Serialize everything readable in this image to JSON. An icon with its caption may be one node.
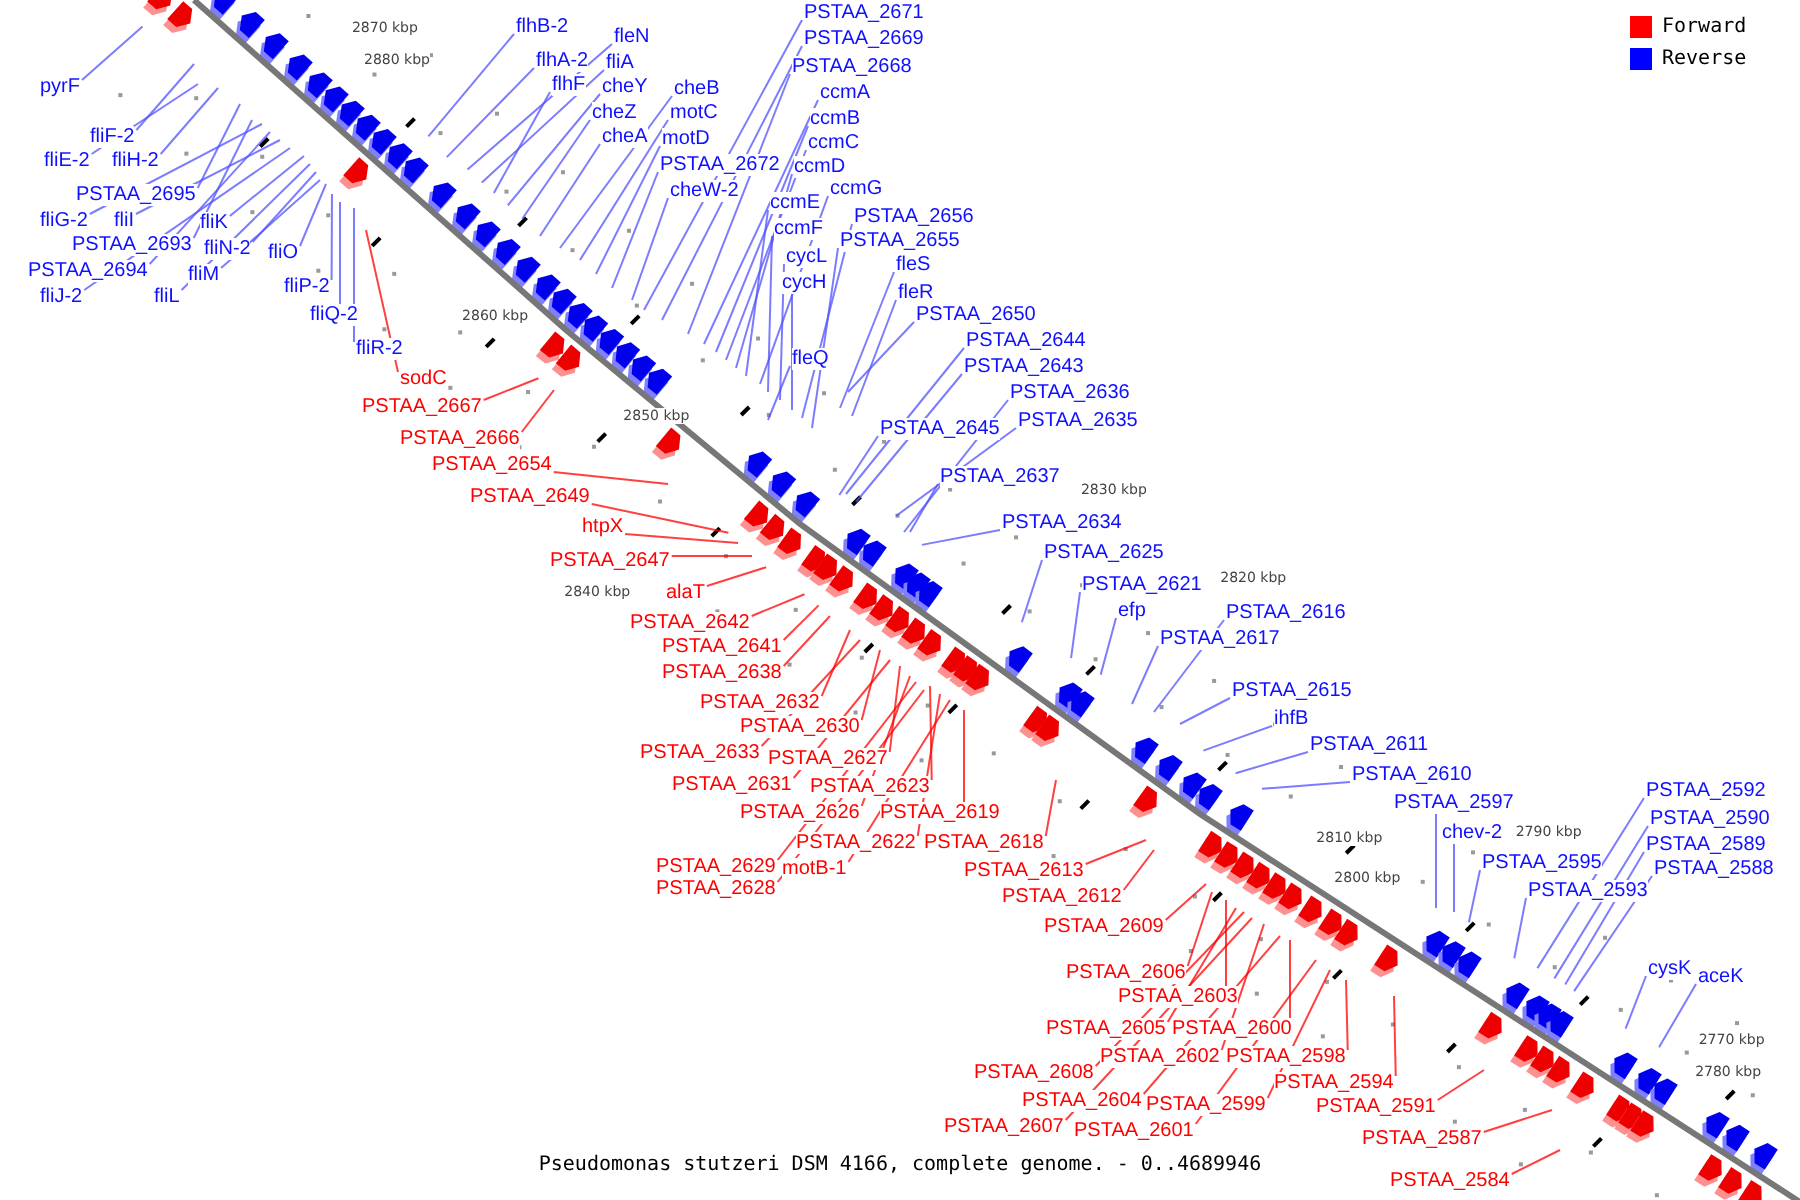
{
  "diagram": {
    "caption": "Pseudomonas stutzeri DSM 4166, complete genome. - 0..4689946",
    "nodes": [
      {
        "text": [
          "pyrF"
        ]
      },
      {
        "text": [
          "fliF-2"
        ]
      },
      {
        "text": [
          "fliE-2"
        ]
      },
      {
        "text": [
          "fliH-2"
        ]
      },
      {
        "text": [
          "PSTAA_2695"
        ]
      },
      {
        "text": [
          "fliG-2"
        ]
      },
      {
        "text": [
          "fliI"
        ]
      },
      {
        "text": [
          "fliK"
        ]
      },
      {
        "text": [
          "PSTAA_2693"
        ]
      },
      {
        "text": [
          "fliN-2"
        ]
      },
      {
        "text": [
          "fliO"
        ]
      },
      {
        "text": [
          "PSTAA_2694"
        ]
      },
      {
        "text": [
          "fliM"
        ]
      },
      {
        "text": [
          "fliJ-2"
        ]
      },
      {
        "text": [
          "fliL"
        ]
      },
      {
        "text": [
          "fliP-2"
        ]
      },
      {
        "text": [
          "fliQ-2"
        ]
      },
      {
        "text": [
          "fliR-2"
        ]
      },
      {
        "text": [
          "flhB-2"
        ]
      },
      {
        "text": [
          "flhA-2"
        ]
      },
      {
        "text": [
          "fleN"
        ]
      },
      {
        "text": [
          "fliA"
        ]
      },
      {
        "text": [
          "flhF"
        ]
      },
      {
        "text": [
          "cheY"
        ]
      },
      {
        "text": [
          "cheZ"
        ]
      },
      {
        "text": [
          "cheA"
        ]
      },
      {
        "text": [
          "cheB"
        ]
      },
      {
        "text": [
          "motC"
        ]
      },
      {
        "text": [
          "motD"
        ]
      },
      {
        "text": [
          "PSTAA_2672"
        ]
      },
      {
        "text": [
          "cheW-2"
        ]
      },
      {
        "text": [
          "PSTAA_2671"
        ]
      },
      {
        "text": [
          "PSTAA_2669"
        ]
      },
      {
        "text": [
          "PSTAA_2668"
        ]
      },
      {
        "text": [
          "ccmA"
        ]
      },
      {
        "text": [
          "ccmB"
        ]
      },
      {
        "text": [
          "ccmC"
        ]
      },
      {
        "text": [
          "ccmD"
        ]
      },
      {
        "text": [
          "ccmG"
        ]
      },
      {
        "text": [
          "ccmE"
        ]
      },
      {
        "text": [
          "ccmF"
        ]
      },
      {
        "text": [
          "cycL"
        ]
      },
      {
        "text": [
          "cycH"
        ]
      },
      {
        "text": [
          "PSTAA_2656"
        ]
      },
      {
        "text": [
          "PSTAA_2655"
        ]
      },
      {
        "text": [
          "fleS"
        ]
      },
      {
        "text": [
          "fleR"
        ]
      },
      {
        "text": [
          "fleQ"
        ]
      },
      {
        "text": [
          "PSTAA_2650"
        ]
      },
      {
        "text": [
          "PSTAA_2644"
        ]
      },
      {
        "text": [
          "PSTAA_2643"
        ]
      },
      {
        "text": [
          "PSTAA_2636"
        ]
      },
      {
        "text": [
          "PSTAA_2645"
        ]
      },
      {
        "text": [
          "PSTAA_2635"
        ]
      },
      {
        "text": [
          "PSTAA_2637"
        ]
      },
      {
        "text": [
          "PSTAA_2634"
        ]
      },
      {
        "text": [
          "PSTAA_2625"
        ]
      },
      {
        "text": [
          "PSTAA_2621"
        ]
      },
      {
        "text": [
          "efp"
        ]
      },
      {
        "text": [
          "PSTAA_2616"
        ]
      },
      {
        "text": [
          "PSTAA_2617"
        ]
      },
      {
        "text": [
          "PSTAA_2615"
        ]
      },
      {
        "text": [
          "ihfB"
        ]
      },
      {
        "text": [
          "PSTAA_2611"
        ]
      },
      {
        "text": [
          "PSTAA_2610"
        ]
      },
      {
        "text": [
          "PSTAA_2597"
        ]
      },
      {
        "text": [
          "chev-2"
        ]
      },
      {
        "text": [
          "PSTAA_2595"
        ]
      },
      {
        "text": [
          "PSTAA_2592"
        ]
      },
      {
        "text": [
          "PSTAA_2590"
        ]
      },
      {
        "text": [
          "PSTAA_2593"
        ]
      },
      {
        "text": [
          "PSTAA_2589"
        ]
      },
      {
        "text": [
          "PSTAA_2588"
        ]
      },
      {
        "text": [
          "cysK"
        ]
      },
      {
        "text": [
          "aceK"
        ]
      },
      {
        "text": [
          "sodC"
        ]
      },
      {
        "text": [
          "PSTAA_2667"
        ]
      },
      {
        "text": [
          "PSTAA_2666"
        ]
      },
      {
        "text": [
          "PSTAA_2654"
        ]
      },
      {
        "text": [
          "PSTAA_2649"
        ]
      },
      {
        "text": [
          "htpX"
        ]
      },
      {
        "text": [
          "PSTAA_2647"
        ]
      },
      {
        "text": [
          "alaT"
        ]
      },
      {
        "text": [
          "PSTAA_2642"
        ]
      },
      {
        "text": [
          "PSTAA_2641"
        ]
      },
      {
        "text": [
          "PSTAA_2638"
        ]
      },
      {
        "text": [
          "PSTAA_2632"
        ]
      },
      {
        "text": [
          "PSTAA_2630"
        ]
      },
      {
        "text": [
          "PSTAA_2633"
        ]
      },
      {
        "text": [
          "PSTAA_2627"
        ]
      },
      {
        "text": [
          "PSTAA_2631"
        ]
      },
      {
        "text": [
          "PSTAA_2623"
        ]
      },
      {
        "text": [
          "PSTAA_2626"
        ]
      },
      {
        "text": [
          "PSTAA_2619"
        ]
      },
      {
        "text": [
          "PSTAA_2622"
        ]
      },
      {
        "text": [
          "PSTAA_2618"
        ]
      },
      {
        "text": [
          "PSTAA_2629"
        ]
      },
      {
        "text": [
          "motB-1"
        ]
      },
      {
        "text": [
          "PSTAA_2628"
        ]
      },
      {
        "text": [
          "PSTAA_2613"
        ]
      },
      {
        "text": [
          "PSTAA_2612"
        ]
      },
      {
        "text": [
          "PSTAA_2609"
        ]
      },
      {
        "text": [
          "PSTAA_2606"
        ]
      },
      {
        "text": [
          "PSTAA_2603"
        ]
      },
      {
        "text": [
          "PSTAA_2605"
        ]
      },
      {
        "text": [
          "PSTAA_2600"
        ]
      },
      {
        "text": [
          "PSTAA_2602"
        ]
      },
      {
        "text": [
          "PSTAA_2598"
        ]
      },
      {
        "text": [
          "PSTAA_2608"
        ]
      },
      {
        "text": [
          "PSTAA_2604"
        ]
      },
      {
        "text": [
          "PSTAA_2599"
        ]
      },
      {
        "text": [
          "PSTAA_2594"
        ]
      },
      {
        "text": [
          "PSTAA_2607"
        ]
      },
      {
        "text": [
          "PSTAA_2601"
        ]
      },
      {
        "text": [
          "PSTAA_2591"
        ]
      },
      {
        "text": [
          "PSTAA_2587"
        ]
      },
      {
        "text": [
          "PSTAA_2584"
        ]
      }
    ],
    "edges": [
      {
        "from": 0,
        "to": null,
        "arrow": "none"
      },
      {
        "from": 1,
        "to": null,
        "arrow": "none"
      },
      {
        "from": 2,
        "to": null,
        "arrow": "none"
      },
      {
        "from": 3,
        "to": null,
        "arrow": "none"
      },
      {
        "from": 4,
        "to": null,
        "arrow": "none"
      },
      {
        "from": 5,
        "to": null,
        "arrow": "none"
      },
      {
        "from": 6,
        "to": null,
        "arrow": "none"
      },
      {
        "from": 7,
        "to": null,
        "arrow": "none"
      },
      {
        "from": 8,
        "to": null,
        "arrow": "none"
      },
      {
        "from": 9,
        "to": null,
        "arrow": "none"
      },
      {
        "from": 10,
        "to": null,
        "arrow": "none"
      },
      {
        "from": 11,
        "to": null,
        "arrow": "none"
      },
      {
        "from": 12,
        "to": null,
        "arrow": "none"
      },
      {
        "from": 13,
        "to": null,
        "arrow": "none"
      },
      {
        "from": 14,
        "to": null,
        "arrow": "none"
      },
      {
        "from": 15,
        "to": null,
        "arrow": "none"
      },
      {
        "from": 16,
        "to": null,
        "arrow": "none"
      },
      {
        "from": 17,
        "to": null,
        "arrow": "none"
      },
      {
        "from": 18,
        "to": null,
        "arrow": "none"
      },
      {
        "from": 19,
        "to": null,
        "arrow": "none"
      },
      {
        "from": 20,
        "to": null,
        "arrow": "none"
      },
      {
        "from": 21,
        "to": null,
        "arrow": "none"
      },
      {
        "from": 22,
        "to": null,
        "arrow": "none"
      },
      {
        "from": 23,
        "to": null,
        "arrow": "none"
      },
      {
        "from": 24,
        "to": null,
        "arrow": "none"
      },
      {
        "from": 25,
        "to": null,
        "arrow": "none"
      },
      {
        "from": 26,
        "to": null,
        "arrow": "none"
      },
      {
        "from": 27,
        "to": null,
        "arrow": "none"
      },
      {
        "from": 28,
        "to": null,
        "arrow": "none"
      },
      {
        "from": 29,
        "to": null,
        "arrow": "none"
      },
      {
        "from": 30,
        "to": null,
        "arrow": "none"
      },
      {
        "from": 31,
        "to": null,
        "arrow": "none"
      },
      {
        "from": 32,
        "to": null,
        "arrow": "none"
      },
      {
        "from": 33,
        "to": null,
        "arrow": "none"
      },
      {
        "from": 34,
        "to": null,
        "arrow": "none"
      },
      {
        "from": 35,
        "to": null,
        "arrow": "none"
      },
      {
        "from": 36,
        "to": null,
        "arrow": "none"
      },
      {
        "from": 37,
        "to": null,
        "arrow": "none"
      },
      {
        "from": 38,
        "to": null,
        "arrow": "none"
      },
      {
        "from": 39,
        "to": null,
        "arrow": "none"
      },
      {
        "from": 40,
        "to": null,
        "arrow": "none"
      },
      {
        "from": 41,
        "to": null,
        "arrow": "none"
      },
      {
        "from": 42,
        "to": null,
        "arrow": "none"
      },
      {
        "from": 43,
        "to": null,
        "arrow": "none"
      },
      {
        "from": 44,
        "to": null,
        "arrow": "none"
      },
      {
        "from": 45,
        "to": null,
        "arrow": "none"
      },
      {
        "from": 46,
        "to": null,
        "arrow": "none"
      },
      {
        "from": 47,
        "to": null,
        "arrow": "none"
      },
      {
        "from": 48,
        "to": null,
        "arrow": "none"
      },
      {
        "from": 49,
        "to": null,
        "arrow": "none"
      },
      {
        "from": 50,
        "to": null,
        "arrow": "none"
      },
      {
        "from": 51,
        "to": null,
        "arrow": "none"
      },
      {
        "from": 52,
        "to": null,
        "arrow": "none"
      },
      {
        "from": 53,
        "to": null,
        "arrow": "none"
      },
      {
        "from": 54,
        "to": null,
        "arrow": "none"
      },
      {
        "from": 55,
        "to": null,
        "arrow": "none"
      },
      {
        "from": 56,
        "to": null,
        "arrow": "none"
      },
      {
        "from": 57,
        "to": null,
        "arrow": "none"
      },
      {
        "from": 58,
        "to": null,
        "arrow": "none"
      },
      {
        "from": 59,
        "to": null,
        "arrow": "none"
      },
      {
        "from": 60,
        "to": null,
        "arrow": "none"
      },
      {
        "from": 61,
        "to": null,
        "arrow": "none"
      },
      {
        "from": 62,
        "to": null,
        "arrow": "none"
      },
      {
        "from": 63,
        "to": null,
        "arrow": "none"
      },
      {
        "from": 64,
        "to": null,
        "arrow": "none"
      },
      {
        "from": 65,
        "to": null,
        "arrow": "none"
      },
      {
        "from": 66,
        "to": null,
        "arrow": "none"
      },
      {
        "from": 67,
        "to": null,
        "arrow": "none"
      },
      {
        "from": 68,
        "to": null,
        "arrow": "none"
      },
      {
        "from": 69,
        "to": null,
        "arrow": "none"
      },
      {
        "from": 70,
        "to": null,
        "arrow": "none"
      },
      {
        "from": 71,
        "to": null,
        "arrow": "none"
      },
      {
        "from": 72,
        "to": null,
        "arrow": "none"
      },
      {
        "from": 73,
        "to": null,
        "arrow": "none"
      },
      {
        "from": 74,
        "to": null,
        "arrow": "none"
      },
      {
        "from": 75,
        "to": null,
        "arrow": "none",
        "color": "#ff0000"
      },
      {
        "from": 76,
        "to": null,
        "arrow": "none",
        "color": "#ff0000"
      },
      {
        "from": 77,
        "to": null,
        "arrow": "none",
        "color": "#ff0000"
      },
      {
        "from": 78,
        "to": null,
        "arrow": "none",
        "color": "#ff0000"
      },
      {
        "from": 79,
        "to": null,
        "arrow": "none",
        "color": "#ff0000"
      },
      {
        "from": 80,
        "to": null,
        "arrow": "none",
        "color": "#ff0000"
      },
      {
        "from": 81,
        "to": null,
        "arrow": "none",
        "color": "#ff0000"
      },
      {
        "from": 82,
        "to": null,
        "arrow": "none",
        "color": "#ff0000"
      },
      {
        "from": 83,
        "to": null,
        "arrow": "none",
        "color": "#ff0000"
      },
      {
        "from": 84,
        "to": null,
        "arrow": "none",
        "color": "#ff0000"
      },
      {
        "from": 85,
        "to": null,
        "arrow": "none",
        "color": "#ff0000"
      },
      {
        "from": 86,
        "to": null,
        "arrow": "none",
        "color": "#ff0000"
      },
      {
        "from": 87,
        "to": null,
        "arrow": "none",
        "color": "#ff0000"
      },
      {
        "from": 88,
        "to": null,
        "arrow": "none",
        "color": "#ff0000"
      },
      {
        "from": 89,
        "to": null,
        "arrow": "none",
        "color": "#ff0000"
      },
      {
        "from": 90,
        "to": null,
        "arrow": "none",
        "color": "#ff0000"
      },
      {
        "from": 91,
        "to": null,
        "arrow": "none",
        "color": "#ff0000"
      },
      {
        "from": 92,
        "to": null,
        "arrow": "none",
        "color": "#ff0000"
      },
      {
        "from": 93,
        "to": null,
        "arrow": "none",
        "color": "#ff0000"
      },
      {
        "from": 94,
        "to": null,
        "arrow": "none",
        "color": "#ff0000"
      },
      {
        "from": 95,
        "to": null,
        "arrow": "none",
        "color": "#ff0000"
      },
      {
        "from": 96,
        "to": null,
        "arrow": "none",
        "color": "#ff0000"
      },
      {
        "from": 97,
        "to": null,
        "arrow": "none",
        "color": "#ff0000"
      },
      {
        "from": 98,
        "to": null,
        "arrow": "none",
        "color": "#ff0000"
      },
      {
        "from": 99,
        "to": null,
        "arrow": "none",
        "color": "#ff0000"
      },
      {
        "from": 100,
        "to": null,
        "arrow": "none",
        "color": "#ff0000"
      },
      {
        "from": 101,
        "to": null,
        "arrow": "none",
        "color": "#ff0000"
      },
      {
        "from": 102,
        "to": null,
        "arrow": "none",
        "color": "#ff0000"
      },
      {
        "from": 103,
        "to": null,
        "arrow": "none",
        "color": "#ff0000"
      },
      {
        "from": 104,
        "to": null,
        "arrow": "none",
        "color": "#ff0000"
      },
      {
        "from": 105,
        "to": null,
        "arrow": "none",
        "color": "#ff0000"
      },
      {
        "from": 106,
        "to": null,
        "arrow": "none",
        "color": "#ff0000"
      },
      {
        "from": 107,
        "to": null,
        "arrow": "none",
        "color": "#ff0000"
      },
      {
        "from": 108,
        "to": null,
        "arrow": "none",
        "color": "#ff0000"
      },
      {
        "from": 109,
        "to": null,
        "arrow": "none",
        "color": "#ff0000"
      },
      {
        "from": 110,
        "to": null,
        "arrow": "none",
        "color": "#ff0000"
      },
      {
        "from": 111,
        "to": null,
        "arrow": "none",
        "color": "#ff0000"
      },
      {
        "from": 112,
        "to": null,
        "arrow": "none",
        "color": "#ff0000"
      },
      {
        "from": 113,
        "to": null,
        "arrow": "none",
        "color": "#ff0000"
      },
      {
        "from": 114,
        "to": null,
        "arrow": "none",
        "color": "#ff0000"
      },
      {
        "from": 115,
        "to": null,
        "arrow": "none",
        "color": "#ff0000"
      },
      {
        "from": 116,
        "to": null,
        "arrow": "none",
        "color": "#ff0000"
      }
    ],
    "labels": [
      "2880 kbp",
      "2870 kbp",
      "2860 kbp",
      "2850 kbp",
      "2840 kbp",
      "2830 kbp",
      "2820 kbp",
      "2810 kbp",
      "2800 kbp",
      "2790 kbp",
      "2780 kbp",
      "2770 kbp"
    ],
    "legend": [
      {
        "text": "Forward",
        "color": "#ff0000"
      },
      {
        "text": "Reverse",
        "color": "#0000ff"
      }
    ]
  }
}
